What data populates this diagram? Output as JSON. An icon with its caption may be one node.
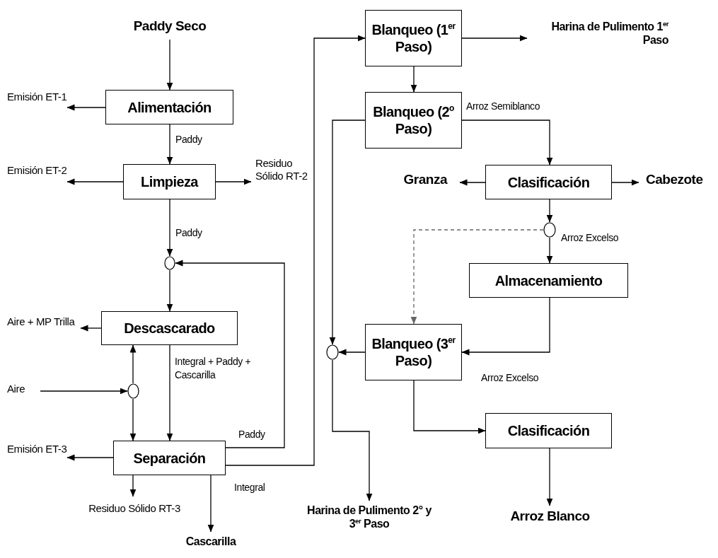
{
  "diagram": {
    "nodes": [
      {
        "text": [
          "Paddy Seco"
        ]
      },
      {
        "text": [
          "Alimentación"
        ]
      },
      {
        "text": [
          "Emisión ET-1"
        ]
      },
      {
        "text": [
          "Limpieza"
        ]
      },
      {
        "text": [
          "Emisión ET-2"
        ]
      },
      {
        "text": [
          "Residuo Sólido RT-2"
        ]
      },
      {
        "text": [],
        "shape": "circle"
      },
      {
        "text": [
          "Descascarado"
        ]
      },
      {
        "text": [
          "Aire + MP Trilla"
        ]
      },
      {
        "text": [
          "Aire"
        ]
      },
      {
        "text": [],
        "shape": "circle"
      },
      {
        "text": [
          "Separación"
        ]
      },
      {
        "text": [
          "Emisión ET-3"
        ]
      },
      {
        "text": [
          "Residuo Sólido RT-3"
        ]
      },
      {
        "text": [
          "Cascarilla"
        ]
      },
      {
        "text": [
          "Blanqueo (1$^{er}$ Paso)"
        ]
      },
      {
        "text": [
          "Harina de Pulimento 1$^{er}$ Paso"
        ]
      },
      {
        "text": [
          "Blanqueo (2$^{o}$ Paso)"
        ]
      },
      {
        "text": [
          "Clasificación"
        ]
      },
      {
        "text": [
          "Granza"
        ]
      },
      {
        "text": [
          "Cabezote"
        ]
      },
      {
        "text": [],
        "shape": "circle"
      },
      {
        "text": [
          "Almacenamiento"
        ]
      },
      {
        "text": [
          "Blanqueo (3$^{er}$ Paso)"
        ]
      },
      {
        "text": [],
        "shape": "circle"
      },
      {
        "text": [
          "Clasificación"
        ]
      },
      {
        "text": [
          "Harina de Pulimento 2° y 3$^{er}$ Paso"
        ]
      },
      {
        "text": [
          "Arroz Blanco"
        ]
      }
    ],
    "edges": [
      {
        "from": 0,
        "to": 1,
        "arrow": "to"
      },
      {
        "from": 1,
        "to": 2,
        "arrow": "to"
      },
      {
        "from": 1,
        "to": 3,
        "arrow": "to",
        "label": "Paddy"
      },
      {
        "from": 3,
        "to": 4,
        "arrow": "to"
      },
      {
        "from": 3,
        "to": 5,
        "arrow": "to"
      },
      {
        "from": 3,
        "to": 6,
        "arrow": "to",
        "label": "Paddy"
      },
      {
        "from": 6,
        "to": 7,
        "arrow": "to"
      },
      {
        "from": 7,
        "to": 8,
        "arrow": "to"
      },
      {
        "from": 9,
        "to": 10,
        "arrow": "to"
      },
      {
        "from": 10,
        "to": 7,
        "arrow": "to"
      },
      {
        "from": 10,
        "to": 11,
        "arrow": "to"
      },
      {
        "from": 7,
        "to": 11,
        "arrow": "to",
        "label": "Integral + Paddy + Cascarilla"
      },
      {
        "from": 11,
        "to": 6,
        "arrow": "to",
        "label": "Paddy"
      },
      {
        "from": 11,
        "to": 15,
        "arrow": "to",
        "label": "Integral"
      },
      {
        "from": 11,
        "to": 12,
        "arrow": "to"
      },
      {
        "from": 11,
        "to": 13,
        "arrow": "to"
      },
      {
        "from": 11,
        "to": 14,
        "arrow": "to"
      },
      {
        "from": 15,
        "to": 16,
        "arrow": "to"
      },
      {
        "from": 15,
        "to": 17,
        "arrow": "to"
      },
      {
        "from": 17,
        "to": 18,
        "arrow": "to",
        "label": "Arroz Semiblanco"
      },
      {
        "from": 17,
        "to": 24,
        "arrow": "to"
      },
      {
        "from": 18,
        "to": 19,
        "arrow": "to"
      },
      {
        "from": 18,
        "to": 20,
        "arrow": "to"
      },
      {
        "from": 18,
        "to": 21,
        "arrow": "to"
      },
      {
        "from": 21,
        "to": 22,
        "arrow": "to",
        "label": "Arroz Excelso"
      },
      {
        "from": 21,
        "to": 23,
        "arrow": "to",
        "style": "dashed",
        "color": "#666666"
      },
      {
        "from": 22,
        "to": 23,
        "arrow": "to",
        "label": "Arroz Excelso"
      },
      {
        "from": 23,
        "to": 24,
        "arrow": "to"
      },
      {
        "from": 24,
        "to": 26,
        "arrow": "to"
      },
      {
        "from": 23,
        "to": 25,
        "arrow": "to"
      },
      {
        "from": 25,
        "to": 27,
        "arrow": "to"
      }
    ]
  }
}
